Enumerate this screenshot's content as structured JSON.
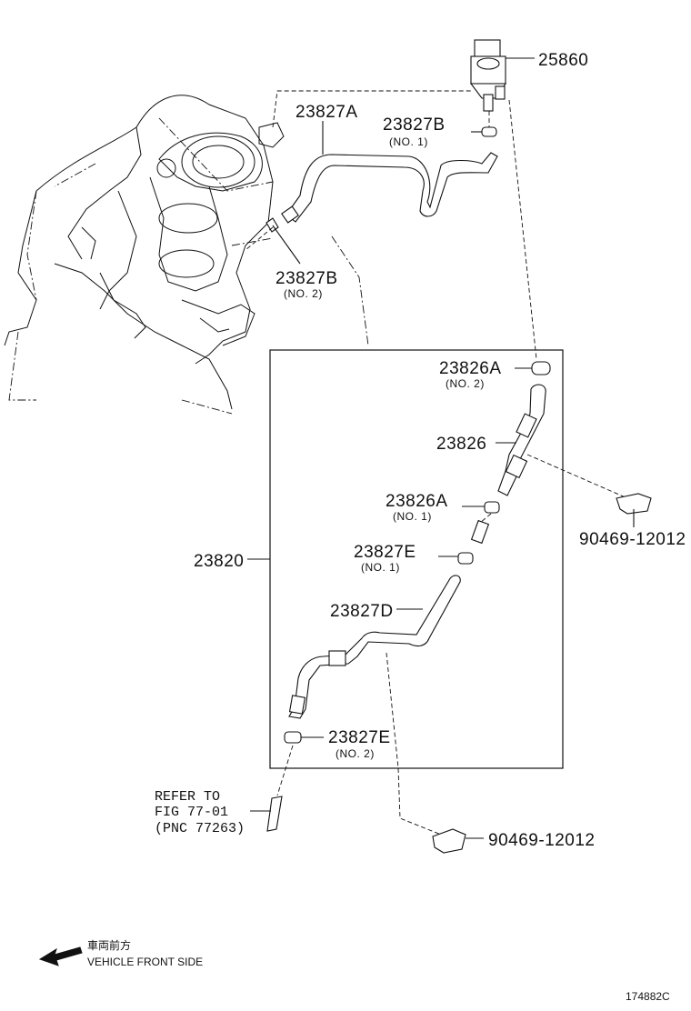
{
  "parts": {
    "p25860": "25860",
    "p23827A": "23827A",
    "p23827B_top": "23827B",
    "p23827B_top_sub": "(NO. 1)",
    "p23827B_mid": "23827B",
    "p23827B_mid_sub": "(NO. 2)",
    "p23826A_top": "23826A",
    "p23826A_top_sub": "(NO. 2)",
    "p23826": "23826",
    "p23826A_mid": "23826A",
    "p23826A_mid_sub": "(NO. 1)",
    "p23827E_top": "23827E",
    "p23827E_top_sub": "(NO. 1)",
    "p23820": "23820",
    "p23827D": "23827D",
    "p23827E_bot": "23827E",
    "p23827E_bot_sub": "(NO. 2)",
    "p90469_right": "90469-12012",
    "p90469_bottom": "90469-12012"
  },
  "refer": {
    "line1": "REFER TO",
    "line2": "FIG 77-01",
    "line3": "(PNC 77263)"
  },
  "legend": {
    "jp": "車両前方",
    "en": "VEHICLE FRONT SIDE"
  },
  "figure_code": "174882C"
}
